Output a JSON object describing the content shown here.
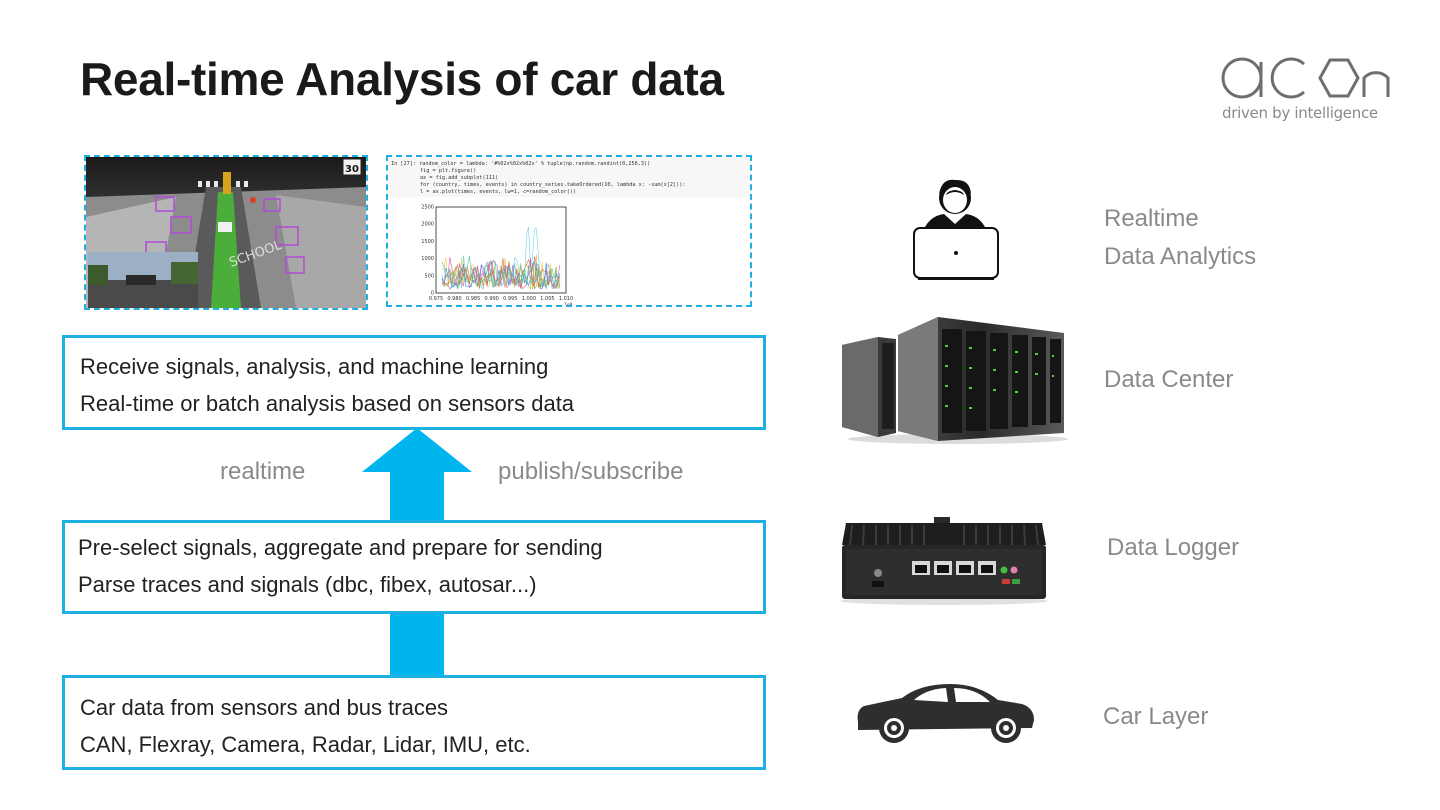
{
  "slide": {
    "title": "Real-time Analysis of car data",
    "accent_color": "#1fb0e3"
  },
  "logo": {
    "subtitle": "driven by intelligence"
  },
  "screenshots": {
    "code": {
      "lines": [
        "In [27]: random_color = lambda: '#%02x%02x%02x' % tuple(np.random.randint(0,256,3))",
        "fig = plt.figure()",
        "ax = fig.add_subplot(111)",
        "for (country, times, events) in country_series.takeOrdered(10, lambda x: -sum(x[2])):",
        "    l = ax.plot(times, events, lw=1, c=random_color())"
      ],
      "y_ticks": [
        "2500",
        "2000",
        "1500",
        "1000",
        "500",
        "0"
      ],
      "x_ticks": [
        "0.975",
        "0.980",
        "0.985",
        "0.990",
        "0.995",
        "1.000",
        "1.005",
        "1.010"
      ],
      "x_exponent": "1e9"
    },
    "map_sign": "30",
    "road_text": "SCHOOL"
  },
  "boxes": [
    {
      "line1": "Receive signals, analysis, and machine learning",
      "line2": "Real-time or batch analysis based on sensors data"
    },
    {
      "line1": "Pre-select signals, aggregate and prepare for sending",
      "line2": "Parse traces and signals (dbc, fibex, autosar...)"
    },
    {
      "line1": "Car data from sensors and bus traces",
      "line2": "CAN, Flexray, Camera, Radar, Lidar, IMU, etc."
    }
  ],
  "flow_labels": {
    "left": "realtime",
    "right": "publish/subscribe"
  },
  "layers": [
    {
      "label_line1": "Realtime",
      "label_line2": "Data Analytics",
      "icon": "user-laptop-icon"
    },
    {
      "label": "Data Center",
      "icon": "server-rack-icon"
    },
    {
      "label": "Data Logger",
      "icon": "data-logger-icon"
    },
    {
      "label": "Car Layer",
      "icon": "car-icon"
    }
  ]
}
